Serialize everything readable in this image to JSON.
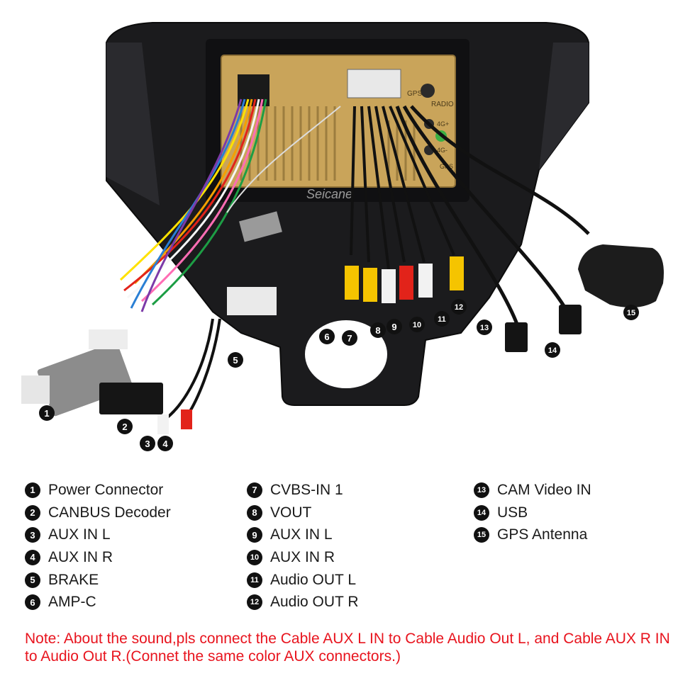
{
  "image": {
    "watermark": "Seicane",
    "unit_labels": {
      "gps": "GPS",
      "radio": "RADIO",
      "four_g_plus": "4G+",
      "four_g_minus": "4G-",
      "gps_bottom": "GPS"
    }
  },
  "callouts": [
    "1",
    "2",
    "3",
    "4",
    "5",
    "6",
    "7",
    "8",
    "9",
    "10",
    "11",
    "12",
    "13",
    "14",
    "15"
  ],
  "legend": {
    "column1": [
      {
        "num": "1",
        "label": "Power Connector"
      },
      {
        "num": "2",
        "label": "CANBUS Decoder"
      },
      {
        "num": "3",
        "label": "AUX IN L"
      },
      {
        "num": "4",
        "label": "AUX IN R"
      },
      {
        "num": "5",
        "label": "BRAKE"
      },
      {
        "num": "6",
        "label": "AMP-C"
      }
    ],
    "column2": [
      {
        "num": "7",
        "label": "CVBS-IN 1"
      },
      {
        "num": "8",
        "label": "VOUT"
      },
      {
        "num": "9",
        "label": "AUX IN L"
      },
      {
        "num": "10",
        "label": "AUX IN R"
      },
      {
        "num": "11",
        "label": "Audio OUT L"
      },
      {
        "num": "12",
        "label": "Audio OUT R"
      }
    ],
    "column3": [
      {
        "num": "13",
        "label": "CAM Video IN"
      },
      {
        "num": "14",
        "label": "USB"
      },
      {
        "num": "15",
        "label": "GPS Antenna"
      }
    ]
  },
  "note": "Note: About the sound,pls connect the Cable AUX L IN to Cable Audio Out L, and Cable AUX R IN to  Audio Out R.(Connet the same color AUX connectors.)",
  "colors": {
    "note": "#e8141e",
    "badge": "#111111",
    "text": "#1a1a1a",
    "unit_gold": "#c9a45a"
  }
}
